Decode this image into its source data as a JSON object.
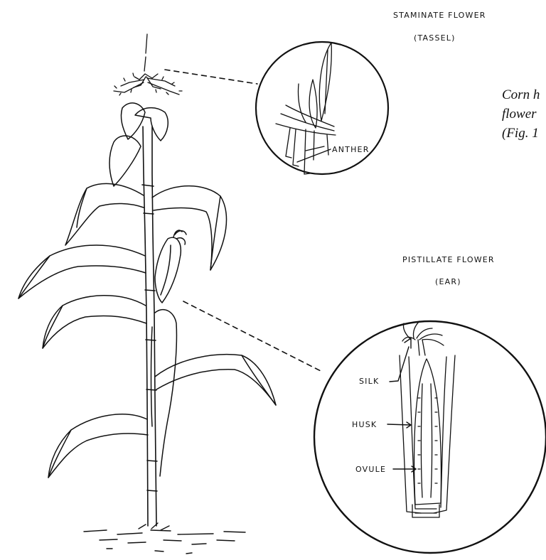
{
  "labels": {
    "staminate_title": "STAMINATE FLOWER",
    "staminate_sub": "(TASSEL)",
    "anther": "ANTHER",
    "pistillate_title": "PISTILLATE FLOWER",
    "pistillate_sub": "(EAR)",
    "silk": "SILK",
    "husk": "HUSK",
    "ovule": "OVULE"
  },
  "caption": {
    "line1": "Corn h",
    "line2": "flower",
    "line3": "(Fig. 1"
  }
}
